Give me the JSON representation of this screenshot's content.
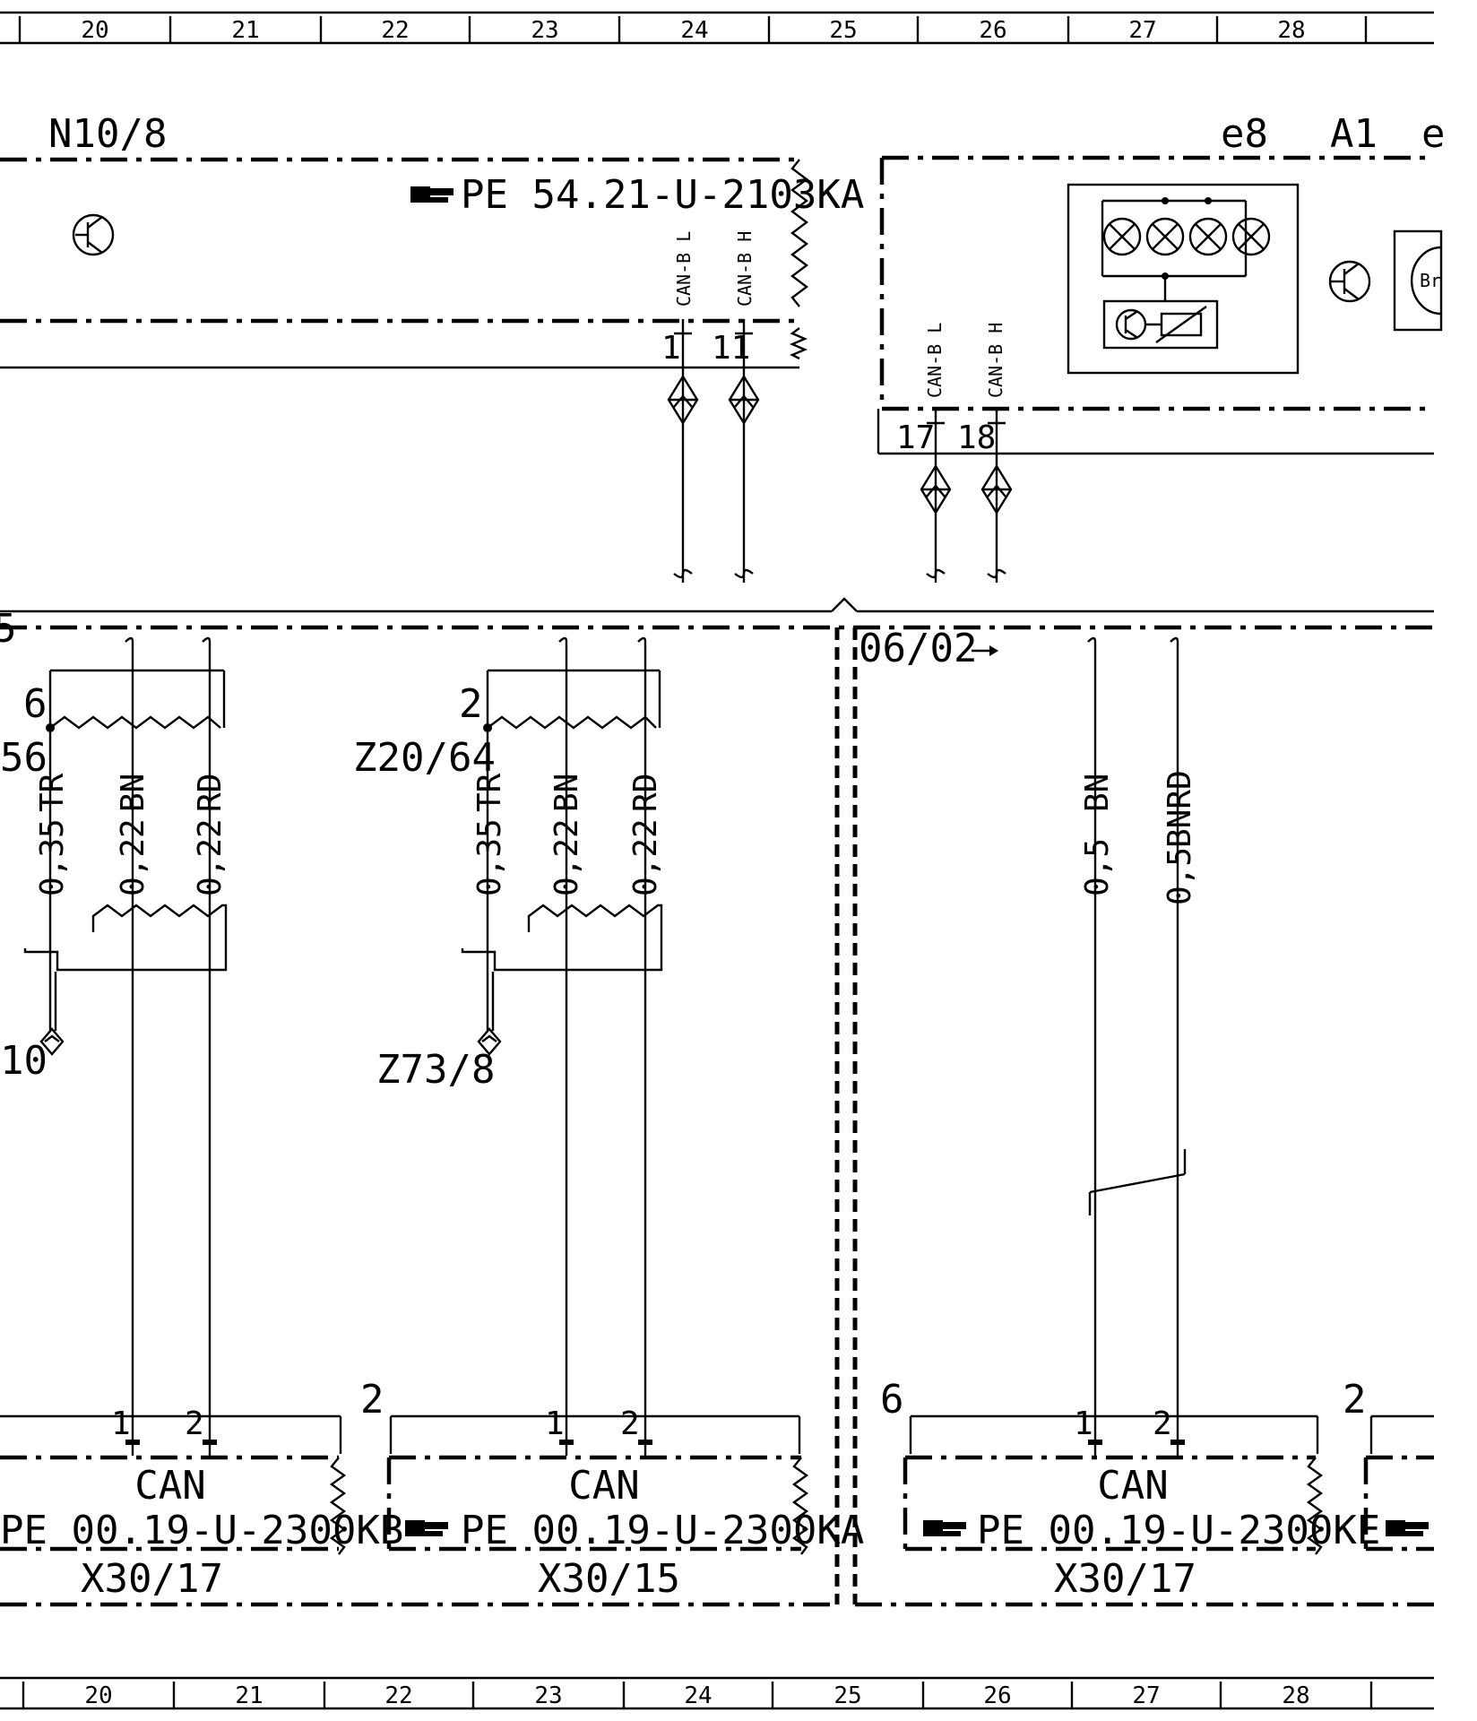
{
  "grid": {
    "columns": [
      "20",
      "21",
      "22",
      "23",
      "24",
      "25",
      "26",
      "27",
      "28"
    ]
  },
  "upper": {
    "n10_8": {
      "label": "N10/8",
      "ref": "PE 54.21-U-2103KA",
      "pins": [
        {
          "num": "1",
          "signal": "CAN-B L"
        },
        {
          "num": "11",
          "signal": "CAN-B H"
        }
      ]
    },
    "a1": {
      "label_e8": "e8",
      "label": "A1",
      "label_e": "e",
      "partial_text": "Br",
      "pins": [
        {
          "num": "17",
          "signal": "CAN-B L"
        },
        {
          "num": "18",
          "signal": "CAN-B H"
        }
      ]
    }
  },
  "lower": {
    "left_partial": {
      "edge_label": "5",
      "shield_pin": "6",
      "splice": "56",
      "wires": [
        {
          "size": "0,35",
          "color": "TR"
        },
        {
          "size": "0,22",
          "color": "BN"
        },
        {
          "size": "0,22",
          "color": "RD"
        }
      ],
      "ground": "10"
    },
    "z20_64": {
      "shield_pin": "2",
      "splice": "Z20/64",
      "wires": [
        {
          "size": "0,35",
          "color": "TR"
        },
        {
          "size": "0,22",
          "color": "BN"
        },
        {
          "size": "0,22",
          "color": "RD"
        }
      ],
      "ground": "Z73/8"
    },
    "date_marker": "06/02",
    "right_wires": [
      {
        "size": "0,5",
        "color": "BN"
      },
      {
        "size": "0,5",
        "color": "BNRD"
      }
    ]
  },
  "connectors": [
    {
      "id": "X30/17",
      "ref": "PE 00.19-U-2300KB",
      "bus": "CAN",
      "pins": [
        "1",
        "2"
      ],
      "side_pin": ""
    },
    {
      "id": "X30/15",
      "ref": "PE 00.19-U-2300KA",
      "bus": "CAN",
      "pins": [
        "1",
        "2"
      ],
      "side_pin": "2"
    },
    {
      "id": "X30/17",
      "ref": "PE 00.19-U-2300KE",
      "bus": "CAN",
      "pins": [
        "1",
        "2"
      ],
      "side_pin": "6"
    }
  ],
  "edge_connector_pin": "2"
}
